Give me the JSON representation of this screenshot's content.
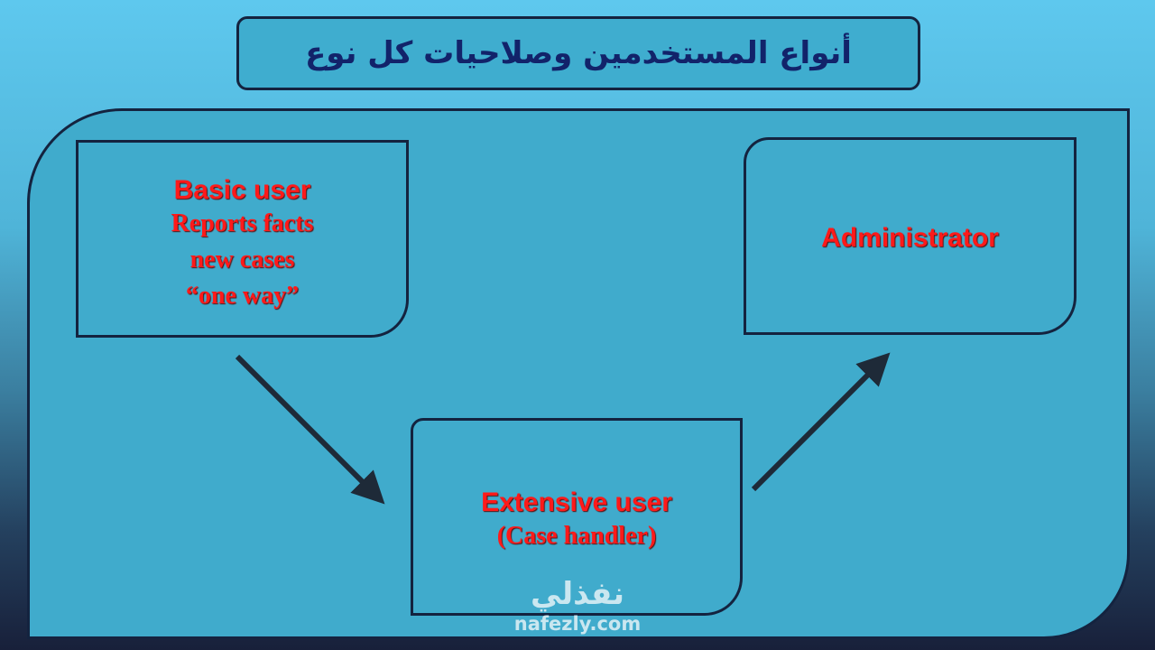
{
  "title": "أنواع المستخدمين وصلاحيات كل نوع",
  "nodes": {
    "basic": {
      "heading": "Basic user",
      "lines": [
        "Reports facts",
        "new cases",
        "“one way”"
      ]
    },
    "extensive": {
      "heading": "Extensive user",
      "lines": [
        "(Case handler)"
      ]
    },
    "admin": {
      "heading": "Administrator"
    }
  },
  "edges": [
    {
      "from": "basic",
      "to": "extensive"
    },
    {
      "from": "extensive",
      "to": "admin"
    }
  ],
  "watermark": {
    "arabic": "نفذلي",
    "domain": "nafezly.com"
  },
  "colors": {
    "heading": "#ff1a1a",
    "border": "#14233f",
    "panel": "#40abcc",
    "title_text": "#12236a"
  }
}
